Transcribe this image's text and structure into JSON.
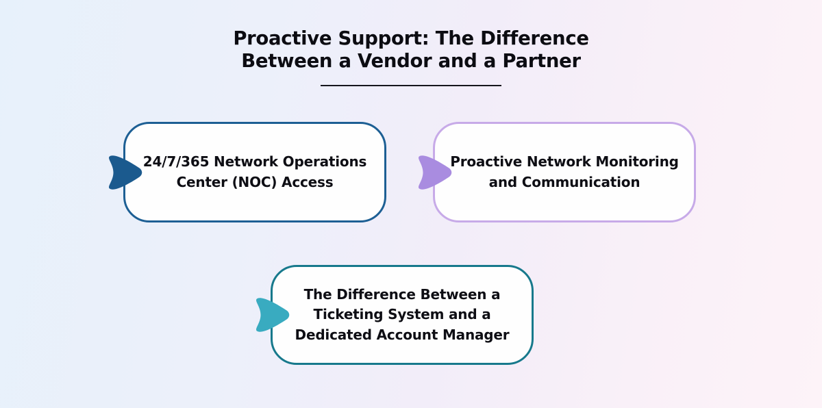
{
  "title": {
    "lines": [
      "Proactive Support: The Difference",
      "Between a Vendor and a Partner"
    ]
  },
  "cards": [
    {
      "id": "noc-access",
      "lines": [
        "24/7/365 Network Operations",
        "Center (NOC) Access"
      ],
      "border_color": "#1d5f94",
      "arrow_color": "#1b5a8e"
    },
    {
      "id": "proactive-monitoring",
      "lines": [
        "Proactive Network Monitoring",
        "and Communication"
      ],
      "border_color": "#c7aae8",
      "arrow_color": "#a98ce0"
    },
    {
      "id": "dedicated-account-manager",
      "lines": [
        "The Difference Between a",
        "Ticketing System and a",
        "Dedicated Account Manager"
      ],
      "border_color": "#17798c",
      "arrow_color": "#39abc0"
    }
  ],
  "colors": {
    "background_left": "#e7f1fb",
    "background_right": "#fdf3f8",
    "card_fill": "#fefefe",
    "title_text": "#0c0c12",
    "card_text": "#0e0e14",
    "underline": "#15151c"
  }
}
